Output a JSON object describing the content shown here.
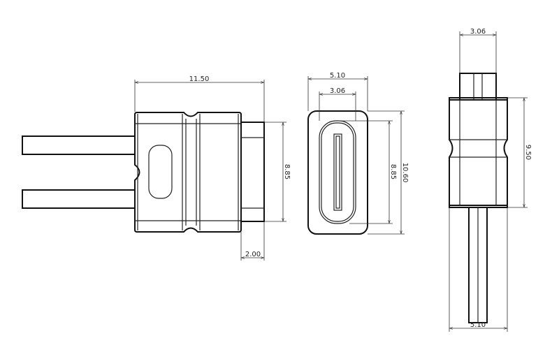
{
  "drawing": {
    "side_view": {
      "length": "11.50",
      "pin_height": "8.85",
      "pin_length": "2.00"
    },
    "front_view": {
      "outer_width": "5.10",
      "inner_width": "3.06",
      "inner_height": "8.85",
      "outer_height": "10.60"
    },
    "top_view": {
      "pin_width": "3.06",
      "body_height": "9.50",
      "body_width": "5.10"
    }
  },
  "colors": {
    "line": "#111111",
    "background": "#ffffff"
  }
}
